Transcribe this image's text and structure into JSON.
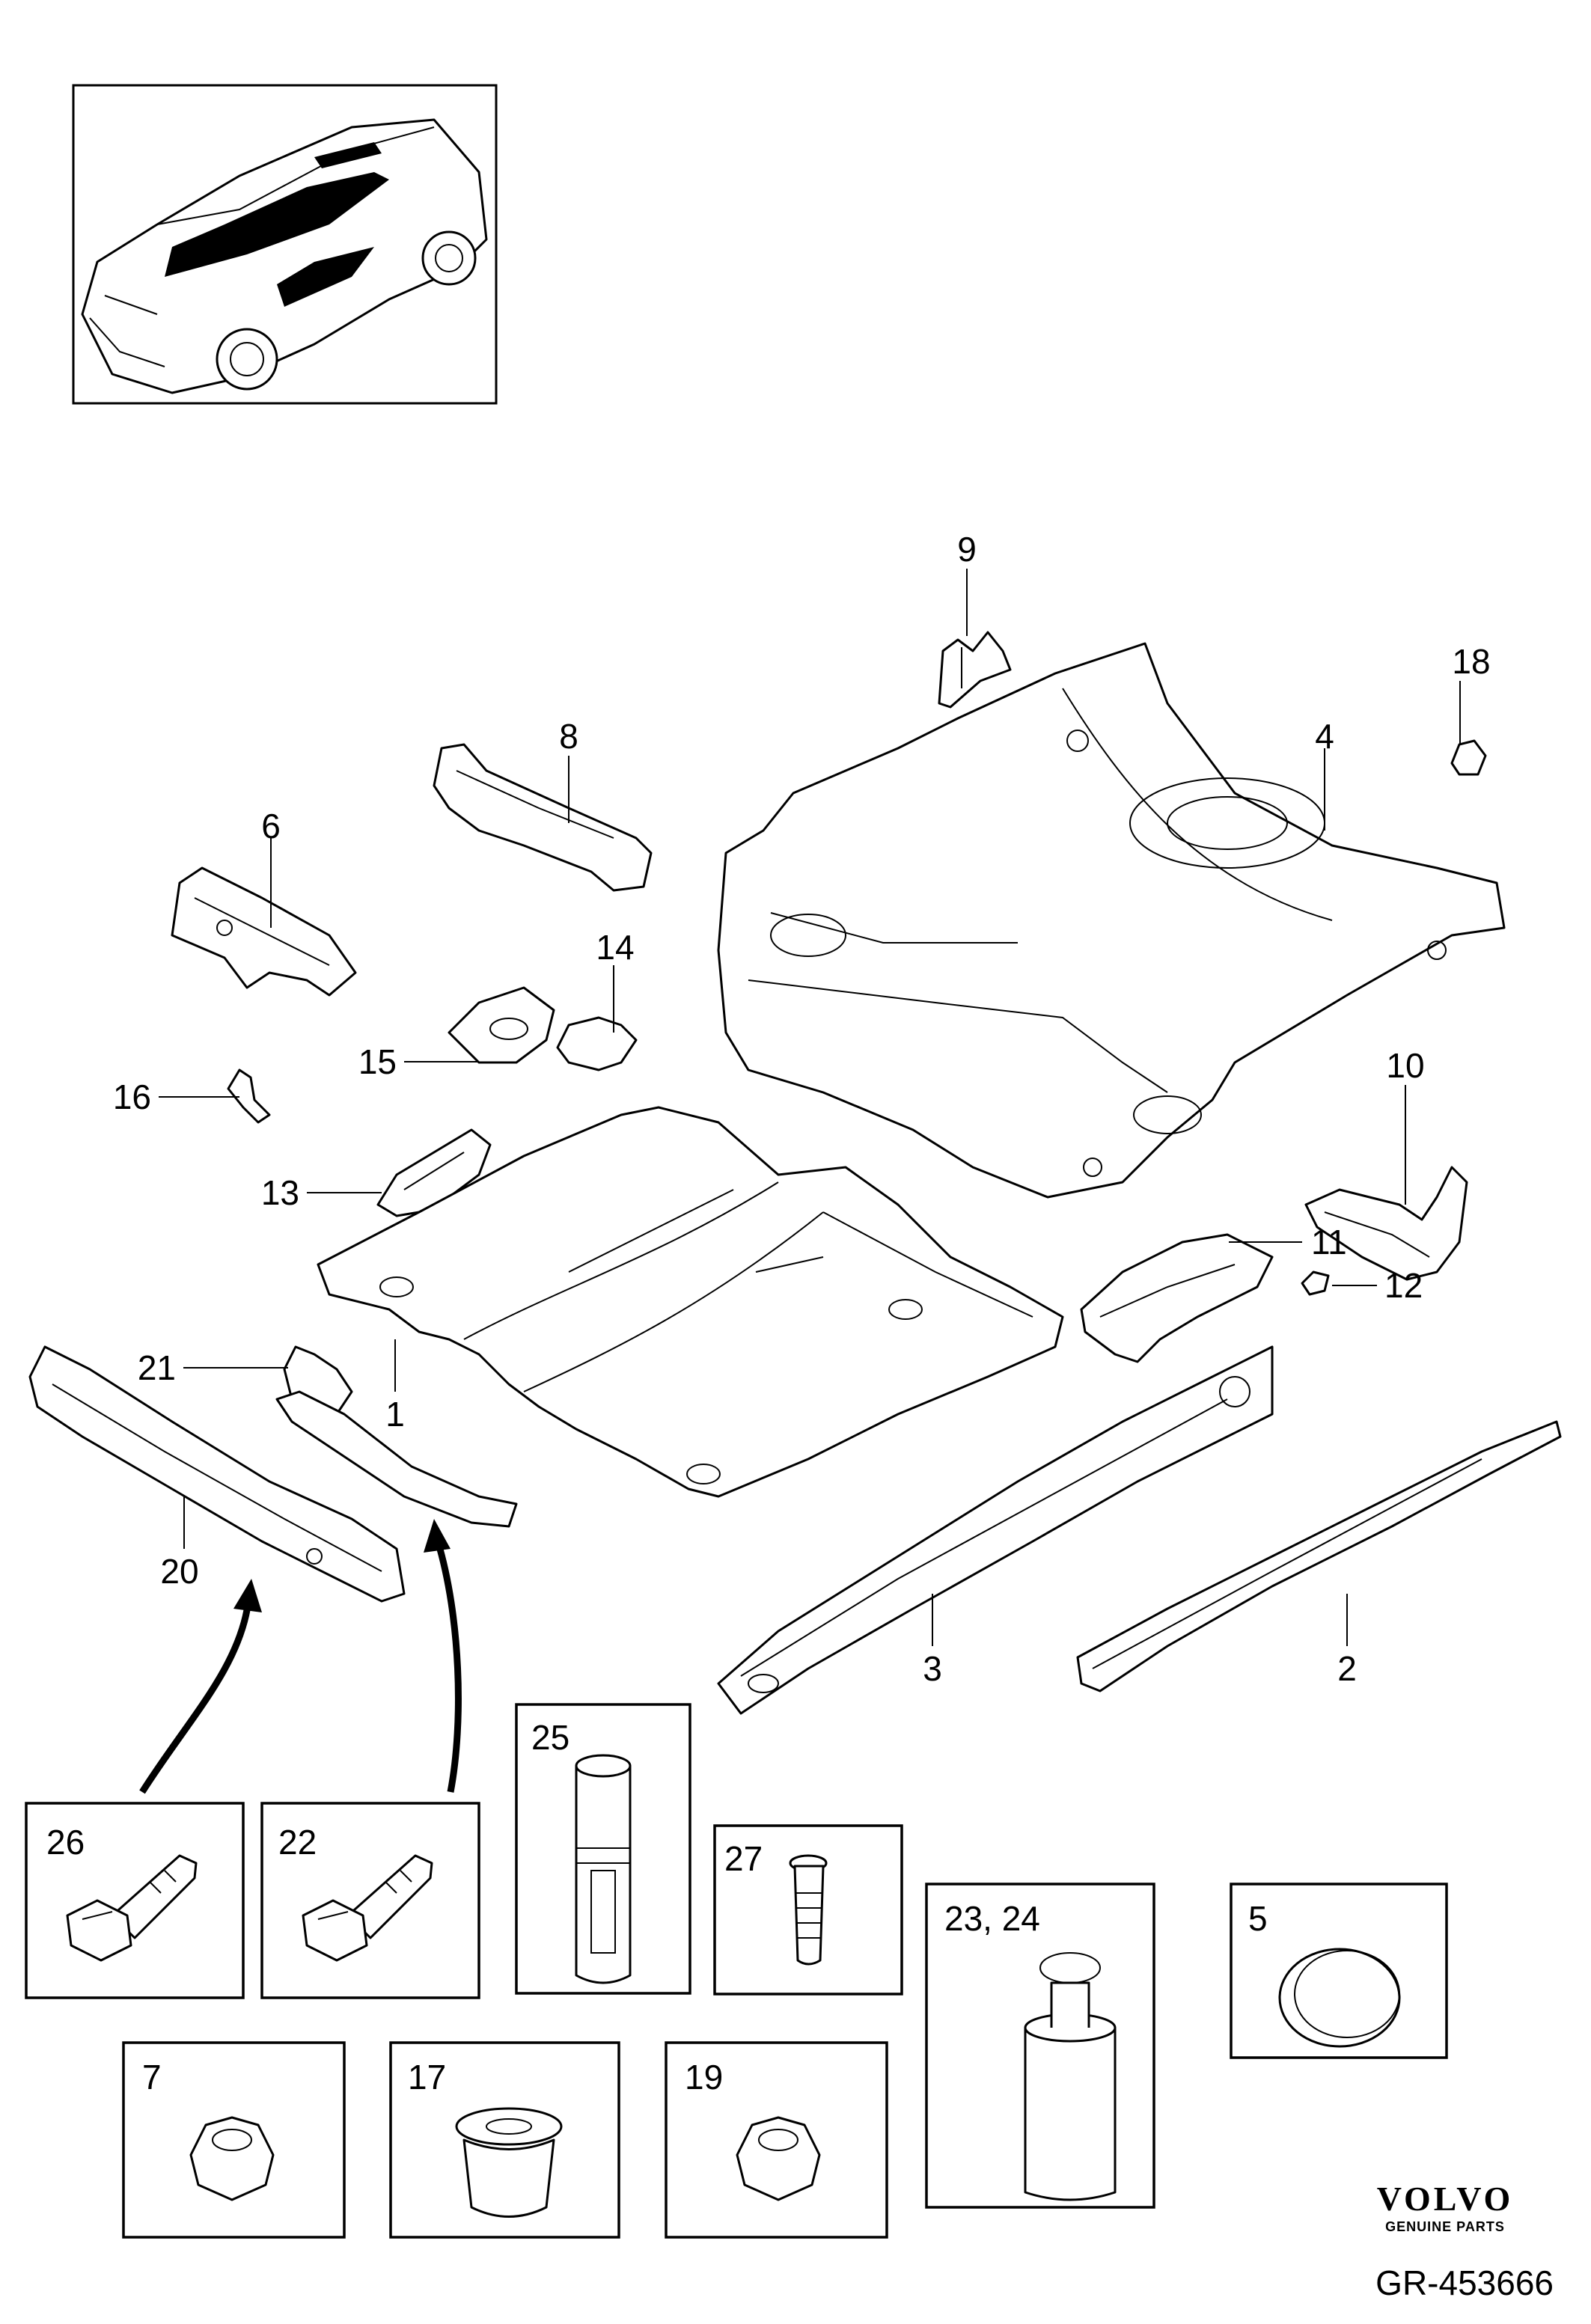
{
  "diagram": {
    "callouts": {
      "c1": "1",
      "c2": "2",
      "c3": "3",
      "c4": "4",
      "c6": "6",
      "c8": "8",
      "c9": "9",
      "c10": "10",
      "c11": "11",
      "c12": "12",
      "c13": "13",
      "c14": "14",
      "c15": "15",
      "c16": "16",
      "c18": "18",
      "c20": "20",
      "c21": "21"
    },
    "boxes": {
      "b25": "25",
      "b26": "26",
      "b22": "22",
      "b27": "27",
      "b2324": "23, 24",
      "b5": "5",
      "b7": "7",
      "b17": "17",
      "b19": "19"
    }
  },
  "footer": {
    "brand": "VOLVO",
    "brand_sub": "GENUINE PARTS",
    "figure_ref": "GR-453666"
  }
}
